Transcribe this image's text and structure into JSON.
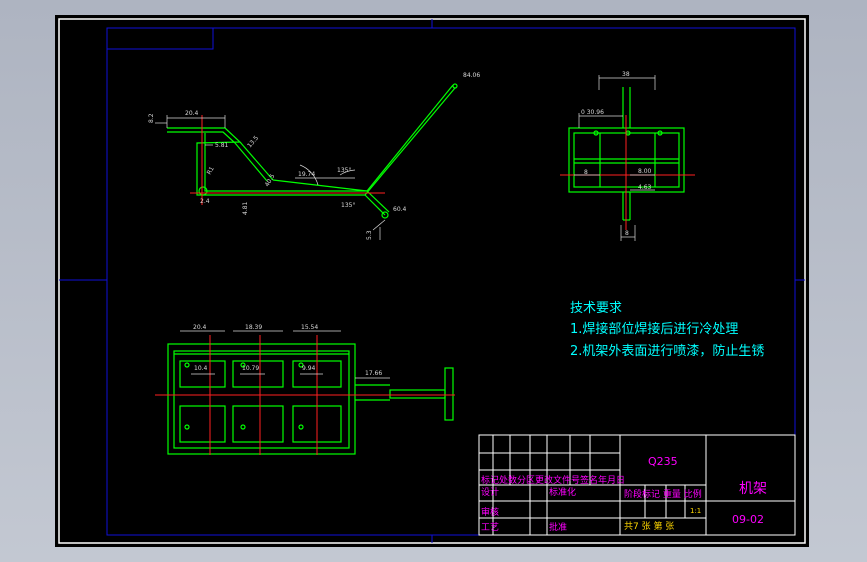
{
  "drawing": {
    "tech_title": "技术要求",
    "tech_line_1": "1.焊接部位焊接后进行冷处理",
    "tech_line_2": "2.机架外表面进行喷漆，防止生锈",
    "material": "Q235",
    "part_name": "机架",
    "drawing_no": "09-02",
    "scale": "1:1",
    "tb_row1": "标记处数分区更改文件号签名年月日",
    "tb_design": "设计",
    "tb_standardize": "标准化",
    "tb_stage": "阶段标记 重量 比例",
    "tb_review": "审核",
    "tb_process": "工艺",
    "tb_approve": "批准",
    "tb_sheets": "共7 张 第 张"
  },
  "dimensions": {
    "side_view": [
      "20.4",
      "5.81",
      "13.5",
      "19.74",
      "135°",
      "84.06",
      "40.5",
      "135°",
      "R1",
      "60",
      "5.3",
      "8.2",
      "2.4",
      "4.81"
    ],
    "top_view": [
      "38",
      "30.96",
      "8",
      "8.00",
      "4.63",
      "8"
    ],
    "bottom_view": [
      "20.4",
      "18.39",
      "15.54",
      "10.4",
      "10.79",
      "9.94",
      "17.66"
    ]
  },
  "colors": {
    "sheet_bg": "#000000",
    "frame": "#1010d8",
    "outline": "#00ff00",
    "dimension": "#d8d8d8",
    "centerline": "#ff2020",
    "text_magenta": "#ff00ff",
    "text_cyan": "#00ffff",
    "text_yellow": "#ffd700"
  }
}
